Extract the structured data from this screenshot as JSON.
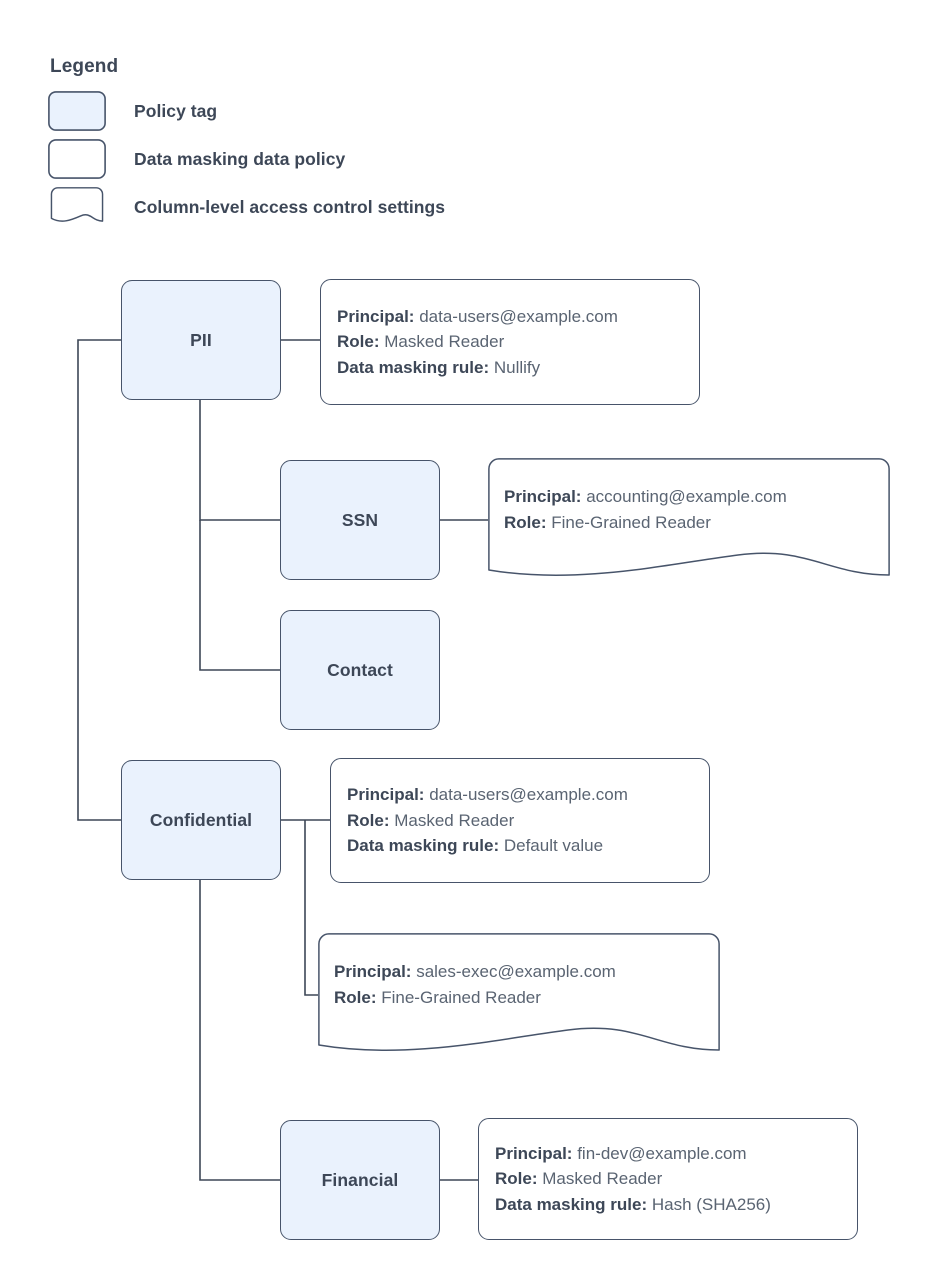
{
  "legend": {
    "title": "Legend",
    "items": [
      {
        "shape": "policy-tag-swatch",
        "label": "Policy tag"
      },
      {
        "shape": "data-masking-swatch",
        "label": "Data masking data policy"
      },
      {
        "shape": "column-access-swatch",
        "label": "Column-level access control settings"
      }
    ]
  },
  "colors": {
    "tag_fill": "#eaf2fd",
    "tag_border": "#47546a",
    "box_fill": "#ffffff",
    "box_border": "#47546a",
    "text": "#3d4757",
    "value_text": "#5a6472",
    "connector": "#3d4757"
  },
  "nodes": {
    "pii": {
      "label": "PII"
    },
    "ssn": {
      "label": "SSN"
    },
    "contact": {
      "label": "Contact"
    },
    "confidential": {
      "label": "Confidential"
    },
    "financial": {
      "label": "Financial"
    }
  },
  "policies": {
    "pii_masking": {
      "type": "data-masking-data-policy",
      "lines": [
        {
          "key": "Principal:",
          "value": "data-users@example.com"
        },
        {
          "key": "Role:",
          "value": "Masked Reader"
        },
        {
          "key": "Data masking rule:",
          "value": "Nullify"
        }
      ]
    },
    "ssn_access": {
      "type": "column-level-access-control-settings",
      "lines": [
        {
          "key": "Principal:",
          "value": "accounting@example.com"
        },
        {
          "key": "Role:",
          "value": "Fine-Grained Reader"
        }
      ]
    },
    "confidential_masking": {
      "type": "data-masking-data-policy",
      "lines": [
        {
          "key": "Principal:",
          "value": "data-users@example.com"
        },
        {
          "key": "Role:",
          "value": "Masked Reader"
        },
        {
          "key": "Data masking rule:",
          "value": "Default value"
        }
      ]
    },
    "confidential_access": {
      "type": "column-level-access-control-settings",
      "lines": [
        {
          "key": "Principal:",
          "value": "sales-exec@example.com"
        },
        {
          "key": "Role:",
          "value": "Fine-Grained Reader"
        }
      ]
    },
    "financial_masking": {
      "type": "data-masking-data-policy",
      "lines": [
        {
          "key": "Principal:",
          "value": "fin-dev@example.com"
        },
        {
          "key": "Role:",
          "value": "Masked Reader"
        },
        {
          "key": "Data masking rule:",
          "value": "Hash (SHA256)"
        }
      ]
    }
  }
}
